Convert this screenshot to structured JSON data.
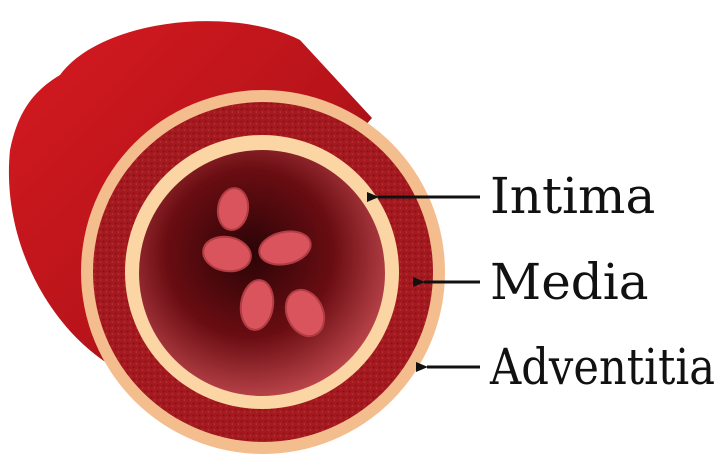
{
  "labels": {
    "intima": "Intima",
    "media": "Media",
    "adventitia": "Adventitia"
  },
  "colors": {
    "vessel_outer": "#b8141a",
    "vessel_dark": "#7a0a0e",
    "adventitia": "#f4bd8e",
    "media": "#a31a20",
    "intima": "#fbd5a3",
    "lumen_center": "#2a0406",
    "lumen_edge": "#b53a40",
    "blood_cell": "#d9545c",
    "label_text": "#111111",
    "arrow": "#111111"
  }
}
